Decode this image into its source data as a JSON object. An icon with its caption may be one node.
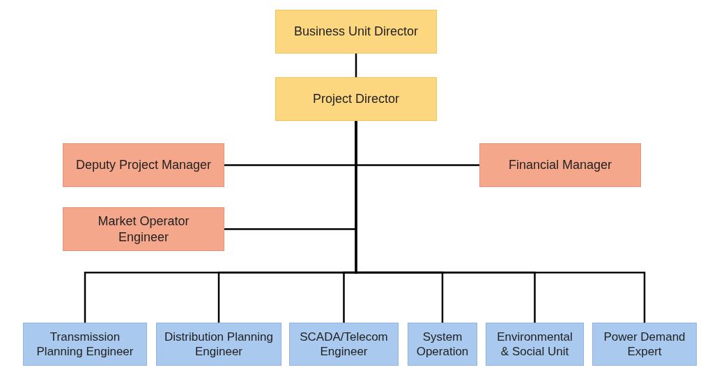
{
  "diagram": {
    "nodes": [
      {
        "text": [
          "Business Unit Director"
        ]
      },
      {
        "text": [
          "Project Director"
        ]
      },
      {
        "text": [
          "Deputy Project Manager"
        ]
      },
      {
        "text": [
          "Financial Manager"
        ]
      },
      {
        "text": [
          "Market Operator Engineer"
        ]
      },
      {
        "text": [
          "Transmission Planning Engineer"
        ]
      },
      {
        "text": [
          "Distribution Planning Engineer"
        ]
      },
      {
        "text": [
          "SCADA/Telecom Engineer"
        ]
      },
      {
        "text": [
          "System Operation"
        ]
      },
      {
        "text": [
          "Environmental & Social Unit"
        ]
      },
      {
        "text": [
          "Power Demand Expert"
        ]
      }
    ],
    "edges": [
      {
        "from": 0,
        "to": 1,
        "arrow": "none"
      },
      {
        "from": 1,
        "to": 2,
        "arrow": "none"
      },
      {
        "from": 1,
        "to": 3,
        "arrow": "none"
      },
      {
        "from": 1,
        "to": 4,
        "arrow": "none"
      },
      {
        "from": 1,
        "to": 5,
        "arrow": "none"
      },
      {
        "from": 1,
        "to": 6,
        "arrow": "none"
      },
      {
        "from": 1,
        "to": 7,
        "arrow": "none"
      },
      {
        "from": 1,
        "to": 8,
        "arrow": "none"
      },
      {
        "from": 1,
        "to": 9,
        "arrow": "none"
      },
      {
        "from": 1,
        "to": 10,
        "arrow": "none"
      }
    ]
  }
}
